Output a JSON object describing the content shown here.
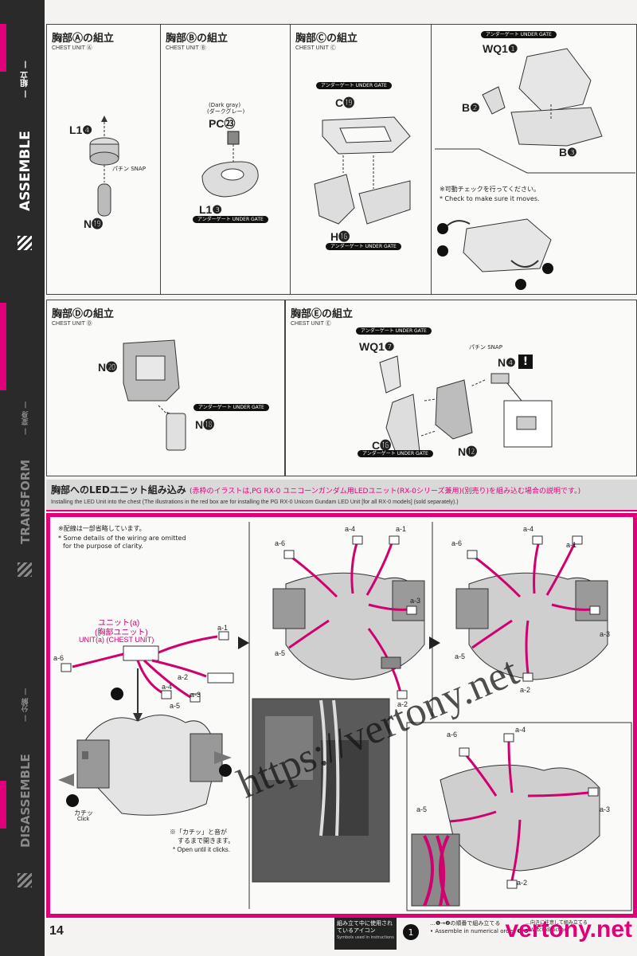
{
  "sidebar": {
    "assemble": "ASSEMBLE",
    "assemble_jp": "— 組立 —",
    "transform": "TRANSFORM",
    "transform_jp": "— 変身 —",
    "disassemble": "DISASSEMBLE",
    "disassemble_jp": "— 分解 —"
  },
  "page_number": "14",
  "panels": {
    "a": {
      "title": "胸部Ⓐの組立",
      "sub": "CHEST UNIT Ⓐ",
      "parts": [
        "L1❹",
        "N⓳"
      ],
      "snap": "パチン SNAP"
    },
    "b": {
      "title": "胸部Ⓑの組立",
      "sub": "CHEST UNIT Ⓑ",
      "color_en": "(Dark gray)",
      "color_jp": "(ダークグレー)",
      "parts": [
        "PC㉓",
        "L1❸"
      ],
      "gate": "アンダーゲート UNDER GATE"
    },
    "c": {
      "title": "胸部Ⓒの組立",
      "sub": "CHEST UNIT Ⓒ",
      "parts": [
        "C⓳",
        "H⓰"
      ],
      "gate": "アンダーゲート UNDER GATE"
    },
    "c2": {
      "parts": [
        "WQ1❶",
        "B❷",
        "B❸"
      ],
      "gate": "アンダーゲート UNDER GATE",
      "check_jp": "※可動チェックを行ってください。",
      "check_en": "* Check to make sure it moves."
    },
    "d": {
      "title": "胸部Ⓓの組立",
      "sub": "CHEST UNIT Ⓓ",
      "parts": [
        "N⓴",
        "N⓲"
      ],
      "gate": "アンダーゲート UNDER GATE"
    },
    "e": {
      "title": "胸部Ⓔの組立",
      "sub": "CHEST UNIT Ⓔ",
      "parts": [
        "WQ1❼",
        "N❹",
        "C⓰",
        "N⓬"
      ],
      "gate": "アンダーゲート UNDER GATE",
      "snap": "パチン SNAP",
      "warn": "!"
    }
  },
  "led": {
    "title": "胸部へのLEDユニット組み込み",
    "title_note": "(赤枠のイラストは,PG RX-0 ユニコーンガンダム用LEDユニット(RX-0シリーズ兼用)(別売り)を組み込む場合の説明です。)",
    "subtitle": "Installing the LED Unit into the chest (The illustrations in the red box are for installing the PG RX-0 Unicorn Gundam LED Unit [for all RX-0 models] (sold separately).)",
    "note_jp": "※配線は一部省略しています。",
    "note_en1": "* Some details of the wiring are omitted",
    "note_en2": "for the purpose of clarity.",
    "unit_jp1": "ユニット(a)",
    "unit_jp2": "(胸部ユニット)",
    "unit_en": "UNIT(a) (CHEST UNIT)",
    "click_jp": "カチッ",
    "click_en": "Click",
    "open_jp1": "※「カチッ」と音が",
    "open_jp2": "するまで開きます。",
    "open_en": "* Open until it clicks.",
    "connectors": [
      "a-1",
      "a-2",
      "a-3",
      "a-4",
      "a-5",
      "a-6"
    ]
  },
  "footer": {
    "icon_box_jp": "組み立て中に使用されているアイコン",
    "icon_box_en": "Symbols used in instructions",
    "order_jp": "…❶→❷の順番で組み立てる",
    "order_en": "• Assemble in numerical order ❶ ❷",
    "dir_jp": "…向きに注意して組み立てる",
    "dir_en": "• Watch direction"
  },
  "watermark": "https://vertony.net",
  "watermark_corner": "vertony.net",
  "colors": {
    "accent": "#e2007a",
    "dark": "#2a2a2a"
  }
}
